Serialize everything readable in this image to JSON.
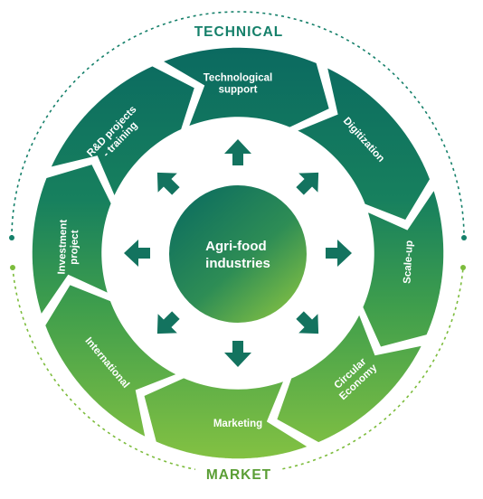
{
  "labels": {
    "top": "TECHNICAL",
    "bottom": "MARKET",
    "hub": [
      "Agri-food",
      "industries"
    ]
  },
  "segments": [
    {
      "id": "technological-support",
      "lines": [
        "Technological",
        "support"
      ]
    },
    {
      "id": "digitization",
      "lines": [
        "Digitization"
      ]
    },
    {
      "id": "scale-up",
      "lines": [
        "Scale-up"
      ]
    },
    {
      "id": "circular-economy",
      "lines": [
        "Circular",
        "Economy"
      ]
    },
    {
      "id": "marketing",
      "lines": [
        "Marketing"
      ]
    },
    {
      "id": "international",
      "lines": [
        "International"
      ]
    },
    {
      "id": "investment-project",
      "lines": [
        "Investment",
        "project"
      ]
    },
    {
      "id": "rd-projects-training",
      "lines": [
        "R&D projects",
        "- training"
      ]
    }
  ],
  "colors": {
    "dark_teal": "#0b6e5f",
    "mid_green": "#3f9a4b",
    "light_green": "#8ec63f",
    "label_teal": "#15806a",
    "label_green": "#5a9e35"
  }
}
